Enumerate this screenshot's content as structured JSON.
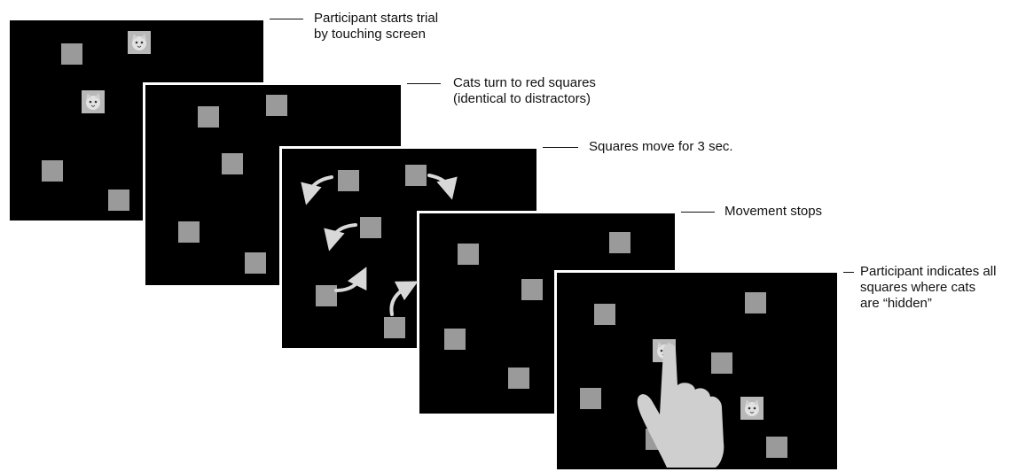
{
  "steps": [
    {
      "label": "Participant starts trial\nby touching screen"
    },
    {
      "label": "Cats turn to red squares\n(identical to distractors)"
    },
    {
      "label": "Squares move for 3 sec."
    },
    {
      "label": "Movement stops"
    },
    {
      "label": "Participant indicates all\nsquares where cats\nare “hidden”"
    }
  ],
  "colors": {
    "screen": "#000000",
    "square": "#9a9a9a",
    "cat_face": "#c9c9c9",
    "arrow": "#d8d8d8",
    "hand": "#cfcfcf"
  },
  "icons": [
    "cat-face-icon",
    "motion-arrow-icon",
    "pointing-hand-icon"
  ]
}
